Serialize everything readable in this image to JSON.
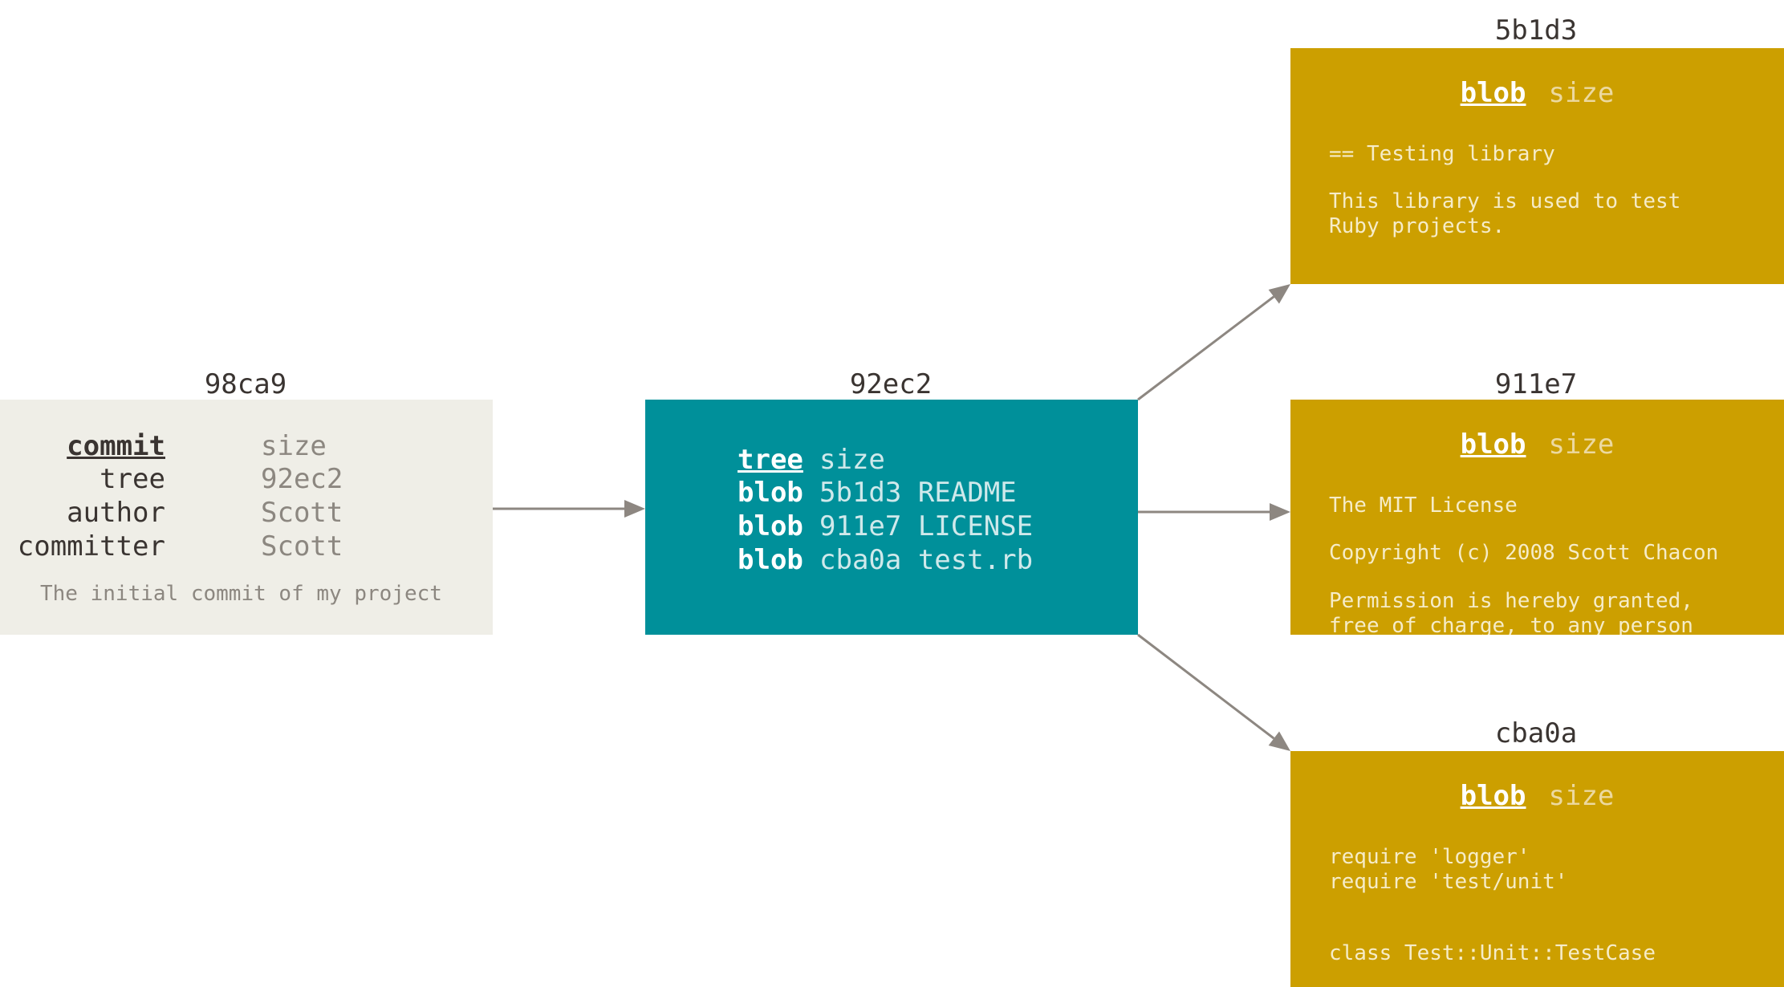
{
  "colors": {
    "commit_bg": "#efeee7",
    "tree_bg": "#00909a",
    "blob_bg": "#cc9f00",
    "arrow": "#8d8781"
  },
  "commit": {
    "hash": "98ca9",
    "rows": [
      {
        "label": "commit",
        "value": "size"
      },
      {
        "label": "tree",
        "value": "92ec2"
      },
      {
        "label": "author",
        "value": "Scott"
      },
      {
        "label": "committer",
        "value": "Scott"
      }
    ],
    "message": "The initial commit of my project"
  },
  "tree": {
    "hash": "92ec2",
    "rows": [
      {
        "type": "tree",
        "value": "size"
      },
      {
        "type": "blob",
        "value": "5b1d3 README"
      },
      {
        "type": "blob",
        "value": "911e7 LICENSE"
      },
      {
        "type": "blob",
        "value": "cba0a test.rb"
      }
    ]
  },
  "blobs": [
    {
      "hash": "5b1d3",
      "type": "blob",
      "size": "size",
      "lines": [
        "== Testing library",
        "This library is used to test",
        "Ruby projects."
      ]
    },
    {
      "hash": "911e7",
      "type": "blob",
      "size": "size",
      "lines": [
        "The MIT License",
        "Copyright (c) 2008 Scott Chacon",
        "Permission is hereby granted,",
        "free of charge, to any person"
      ]
    },
    {
      "hash": "cba0a",
      "type": "blob",
      "size": "size",
      "lines": [
        "require 'logger'",
        "require 'test/unit'",
        "class Test::Unit::TestCase"
      ]
    }
  ]
}
